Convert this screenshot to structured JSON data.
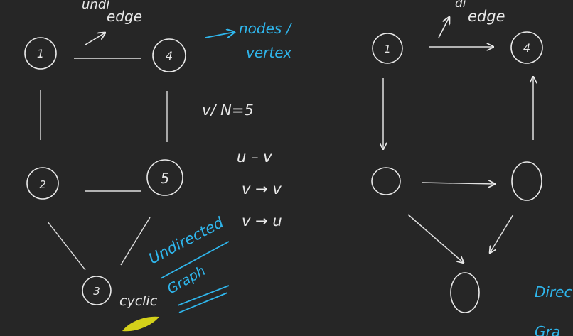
{
  "colors": {
    "background": "#262626",
    "ink_white": "#e8e8e8",
    "ink_blue": "#2fb6ec",
    "ink_yellow": "#e8e41a"
  },
  "left_graph": {
    "nodes": [
      {
        "id": "n1",
        "label": "1"
      },
      {
        "id": "n4",
        "label": "4"
      },
      {
        "id": "n2",
        "label": "2"
      },
      {
        "id": "n5",
        "label": "5"
      },
      {
        "id": "n3",
        "label": "3"
      }
    ],
    "edges": [
      {
        "from": "1",
        "to": "4"
      },
      {
        "from": "1",
        "to": "2"
      },
      {
        "from": "4",
        "to": "5"
      },
      {
        "from": "2",
        "to": "5"
      },
      {
        "from": "2",
        "to": "3"
      },
      {
        "from": "5",
        "to": "3"
      }
    ],
    "annotations": {
      "undirected_edge_word1": "undi",
      "undirected_edge_word2": "edge",
      "nodes_label": "nodes /",
      "vertex_label": "vertex",
      "node_count": "v/ N=5",
      "notation_undirected": "u – v",
      "notation_v_to_v": "v → v",
      "notation_v_to_u": "v → u",
      "graph_type": "Undirected",
      "graph_word": "Graph",
      "cyclic_label": "cyclic"
    }
  },
  "right_graph": {
    "nodes": [
      {
        "id": "r1",
        "label": "1"
      },
      {
        "id": "r4",
        "label": "4"
      },
      {
        "id": "ra",
        "label": ""
      },
      {
        "id": "rb",
        "label": ""
      },
      {
        "id": "rc",
        "label": ""
      }
    ],
    "edges": [
      {
        "from": "1",
        "to": "4",
        "directed": true
      },
      {
        "from": "1",
        "to": "a",
        "directed": true
      },
      {
        "from": "a",
        "to": "b",
        "directed": true
      },
      {
        "from": "b",
        "to": "4",
        "directed": true
      },
      {
        "from": "a",
        "to": "c",
        "directed": true
      },
      {
        "from": "b",
        "to": "c",
        "directed": true
      }
    ],
    "annotations": {
      "directed_edge_word1": "di",
      "directed_edge_word2": "edge",
      "graph_type_partial": "Direc",
      "bottom_partial": "Gra"
    }
  }
}
